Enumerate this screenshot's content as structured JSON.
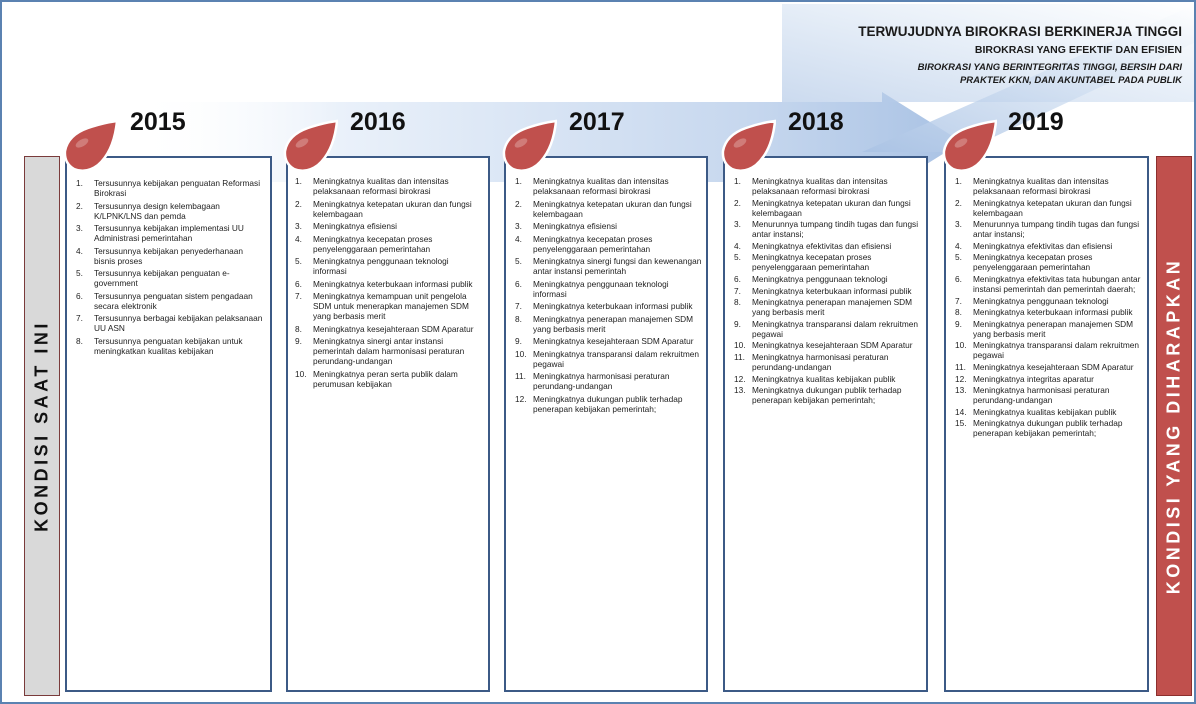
{
  "header": {
    "title": "TERWUJUDNYA BIROKRASI BERKINERJA TINGGI",
    "subtitle": "BIROKRASI YANG EFEKTIF DAN EFISIEN",
    "tagline_line1": "BIROKRASI YANG BERINTEGRITAS TINGGI, BERSIH DARI",
    "tagline_line2": "PRAKTEK KKN, DAN AKUNTABEL PADA PUBLIK"
  },
  "left_label": "KONDISI SAAT INI",
  "right_label": "KONDISI YANG DIHARAPKAN",
  "colors": {
    "drop": "#c0504d",
    "side_left": "#d9d9d9",
    "side_right": "#c0504d",
    "box_border": "#3c5a86",
    "arrow": "#c9d9ee"
  },
  "columns": [
    {
      "year": "2015",
      "items": [
        "Tersusunnya kebijakan penguatan Reformasi Birokrasi",
        "Tersusunnya design kelembagaan K/LPNK/LNS dan pemda",
        "Tersusunnya kebijakan implementasi UU Administrasi pemerintahan",
        "Tersusunnya kebijakan penyederhanaan bisnis proses",
        "Tersusunnya kebijakan penguatan e-government",
        "Tersusunnya penguatan sistem pengadaan secara elektronik",
        "Tersusunnya berbagai kebijakan pelaksanaan UU ASN",
        "Tersusunnya penguatan kebijakan untuk meningkatkan kualitas kebijakan"
      ]
    },
    {
      "year": "2016",
      "items": [
        "Meningkatnya kualitas dan intensitas pelaksanaan reformasi birokrasi",
        "Meningkatnya ketepatan ukuran dan fungsi kelembagaan",
        "Meningkatnya efisiensi",
        "Meningkatnya kecepatan proses penyelenggaraan pemerintahan",
        "Meningkatnya penggunaan teknologi informasi",
        "Meningkatnya keterbukaan informasi publik",
        "Meningkatnya kemampuan unit pengelola SDM untuk menerapkan manajemen SDM yang berbasis merit",
        "Meningkatnya kesejahteraan SDM Aparatur",
        "Meningkatnya sinergi antar instansi pemerintah dalam harmonisasi peraturan perundang-undangan",
        "Meningkatnya peran serta publik dalam perumusan kebijakan"
      ]
    },
    {
      "year": "2017",
      "items": [
        "Meningkatnya kualitas dan intensitas pelaksanaan reformasi birokrasi",
        "Meningkatnya ketepatan ukuran dan fungsi kelembagaan",
        "Meningkatnya efisiensi",
        "Meningkatnya kecepatan proses penyelenggaraan pemerintahan",
        "Meningkatnya sinergi fungsi dan kewenangan antar instansi pemerintah",
        "Meningkatnya penggunaan teknologi informasi",
        "Meningkatnya keterbukaan informasi publik",
        "Meningkatnya penerapan manajemen SDM yang berbasis merit",
        "Meningkatnya kesejahteraan SDM Aparatur",
        "Meningkatnya transparansi dalam rekruitmen pegawai",
        "Meningkatnya harmonisasi peraturan perundang-undangan",
        "Meningkatnya dukungan publik terhadap penerapan kebijakan pemerintah;"
      ]
    },
    {
      "year": "2018",
      "items": [
        "Meningkatnya kualitas dan intensitas pelaksanaan reformasi birokrasi",
        "Meningkatnya ketepatan ukuran dan fungsi kelembagaan",
        "Menurunnya tumpang tindih tugas dan fungsi antar instansi;",
        "Meningkatnya efektivitas dan efisiensi",
        "Meningkatnya kecepatan proses penyelenggaraan pemerintahan",
        "Meningkatnya penggunaan teknologi",
        "Meningkatnya keterbukaan informasi publik",
        "Meningkatnya penerapan manajemen SDM yang berbasis merit",
        "Meningkatnya transparansi dalam rekruitmen pegawai",
        "Meningkatnya kesejahteraan SDM Aparatur",
        "Meningkatnya harmonisasi peraturan perundang-undangan",
        "Meningkatnya kualitas kebijakan publik",
        "Meningkatnya dukungan publik terhadap penerapan kebijakan pemerintah;"
      ]
    },
    {
      "year": "2019",
      "items": [
        "Meningkatnya kualitas dan intensitas pelaksanaan reformasi birokrasi",
        "Meningkatnya ketepatan ukuran dan fungsi kelembagaan",
        "Menurunnya tumpang tindih tugas dan fungsi antar instansi;",
        "Meningkatnya efektivitas dan efisiensi",
        "Meningkatnya kecepatan proses penyelenggaraan pemerintahan",
        "Meningkatnya efektivitas tata hubungan antar instansi pemerintah dan pemerintah daerah;",
        "Meningkatnya penggunaan teknologi",
        "Meningkatnya keterbukaan informasi publik",
        "Meningkatnya penerapan manajemen SDM yang berbasis merit",
        "Meningkatnya transparansi dalam rekruitmen pegawai",
        "Meningkatnya kesejahteraan SDM Aparatur",
        "Meningkatnya integritas aparatur",
        "Meningkatnya harmonisasi peraturan perundang-undangan",
        "Meningkatnya kualitas kebijakan publik",
        "Meningkatnya dukungan publik terhadap penerapan kebijakan pemerintah;"
      ]
    }
  ]
}
